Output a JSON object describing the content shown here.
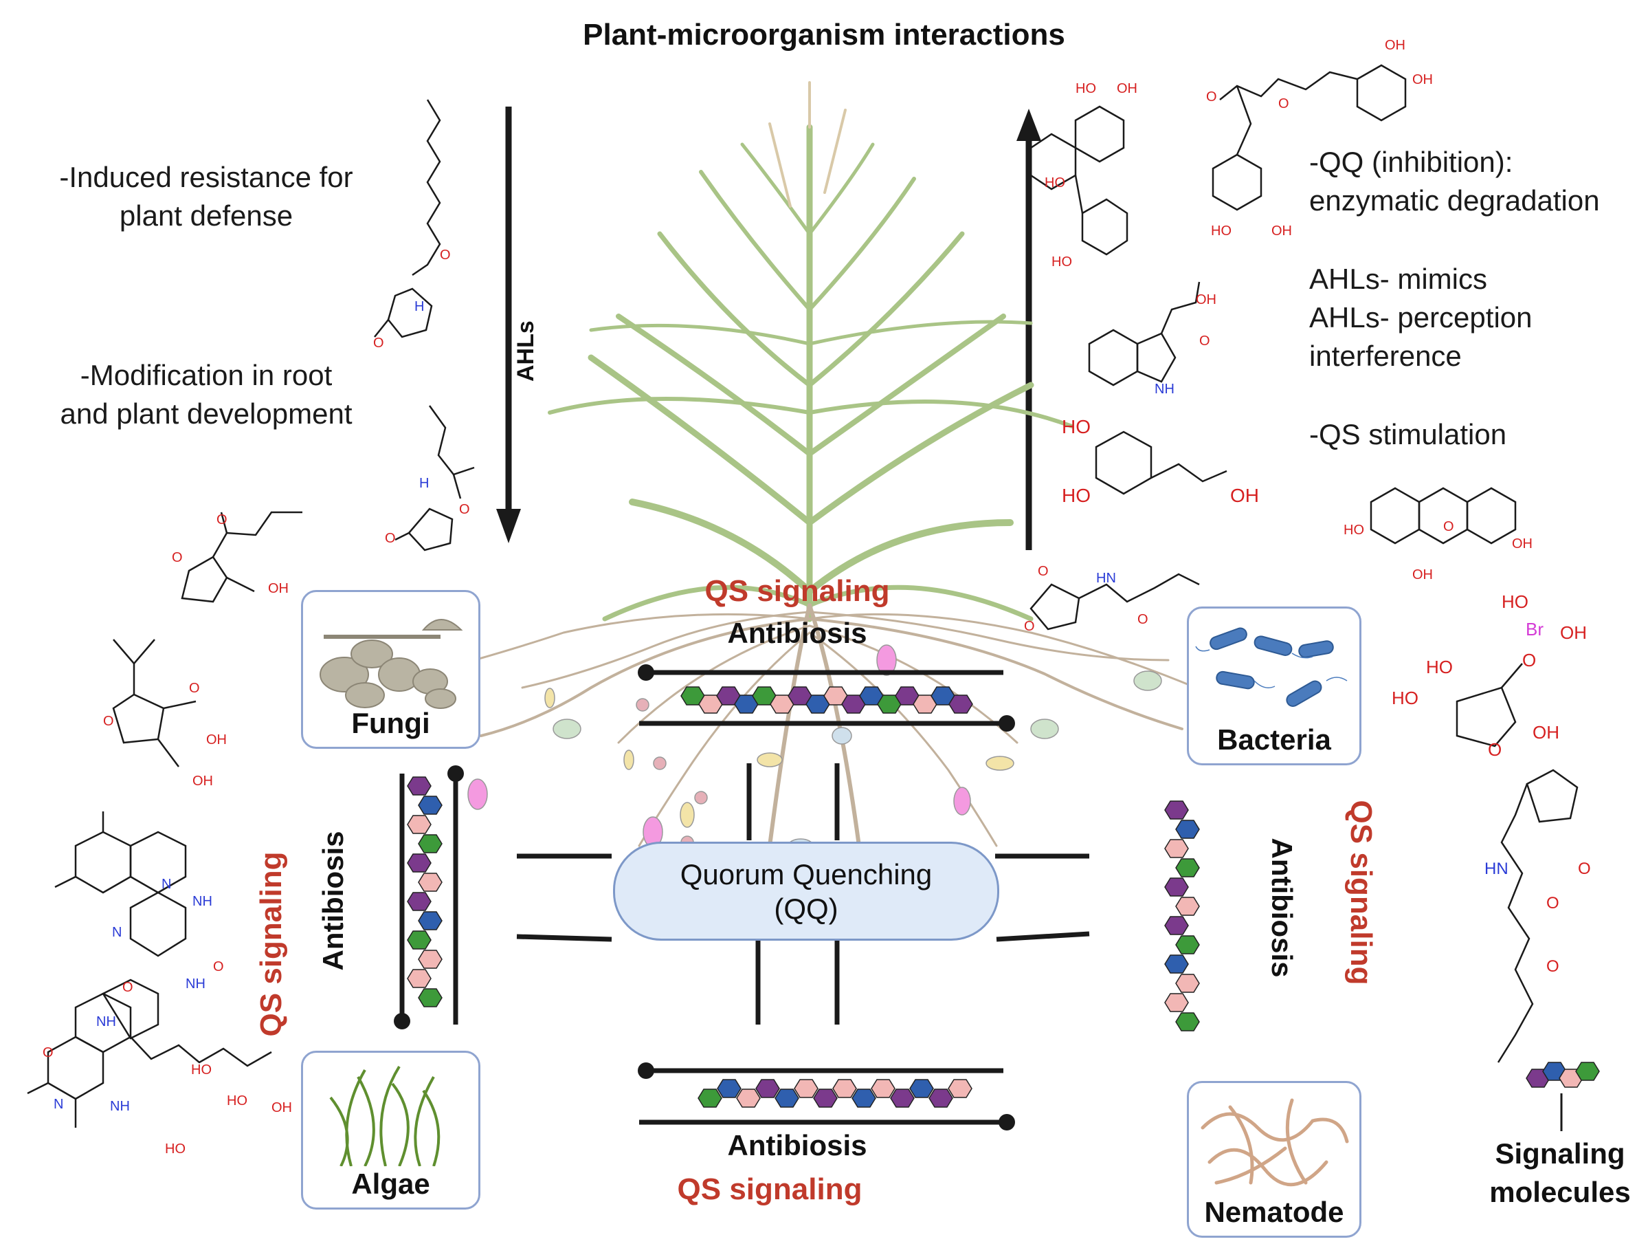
{
  "title": "Plant-microorganism interactions",
  "arrow_label_down": "AHLs",
  "left_notes": {
    "note1_line1": "-Induced resistance for",
    "note1_line2": "plant defense",
    "note2_line1": "-Modification in root",
    "note2_line2": "and plant development"
  },
  "right_notes": {
    "qq_line1": "-QQ (inhibition):",
    "qq_line2": "enzymatic degradation",
    "mimics": "AHLs- mimics",
    "perception_line1": "AHLs- perception",
    "perception_line2": "interference",
    "qs_stim": "-QS stimulation"
  },
  "center": {
    "top_qs": "QS signaling",
    "top_antibiosis": "Antibiosis",
    "bottom_antibiosis": "Antibiosis",
    "bottom_qs": "QS signaling",
    "left_qs": "QS signaling",
    "left_antibiosis": "Antibiosis",
    "right_antibiosis": "Antibiosis",
    "right_qs": "QS signaling"
  },
  "qq_box": {
    "line1": "Quorum Quenching",
    "line2": "(QQ)"
  },
  "organisms": {
    "fungi": "Fungi",
    "algae": "Algae",
    "bacteria": "Bacteria",
    "nematode": "Nematode"
  },
  "legend": {
    "line1": "Signaling",
    "line2": "molecules"
  },
  "chem_labels": {
    "oh": "OH",
    "ho": "HO",
    "o": "O",
    "nh": "NH",
    "hn": "HN",
    "h": "H",
    "n": "N",
    "br": "Br",
    "o_plus": "+",
    "o_minus": "-"
  },
  "colors": {
    "qs_red": "#c03a2b",
    "qq_fill": "#dfeaf8",
    "box_border": "#8fa4d0",
    "hex_green": "#3d9a3a",
    "hex_blue": "#2f5fae",
    "hex_purple": "#7b3a8c",
    "hex_pink": "#f2b7b5",
    "plant_green": "#b7cf94",
    "root_brown": "#bfae98",
    "fungi_gray": "#b9b4a3",
    "bacteria_blue": "#4a7bbd",
    "algae_green": "#5f8f2f",
    "nematode_tan": "#d0a587"
  }
}
